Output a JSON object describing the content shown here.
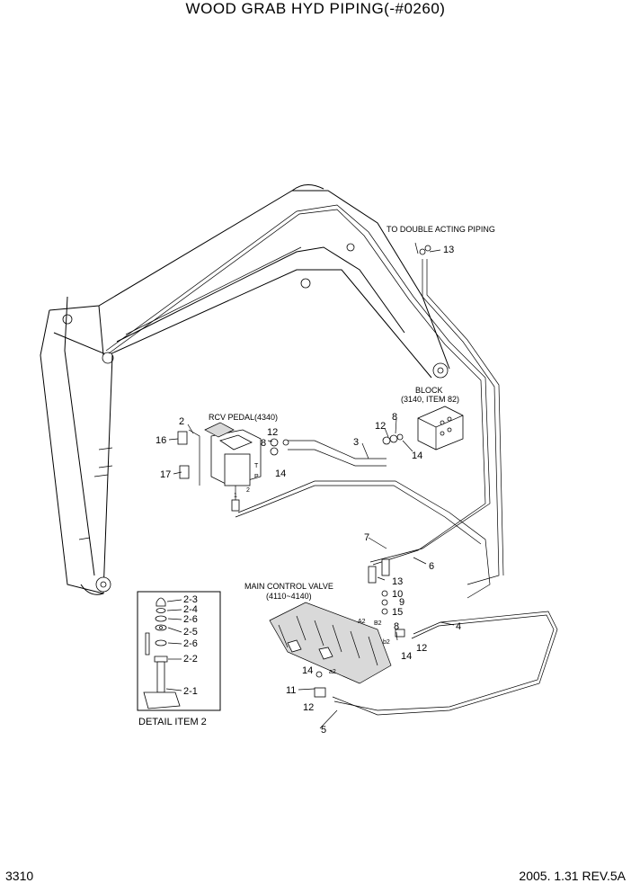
{
  "header": {
    "title": "WOOD GRAB HYD PIPING(-#0260)"
  },
  "footer": {
    "page_number": "3310",
    "date_revision": "2005. 1.31  REV.5A"
  },
  "notes": {
    "to_double_acting": "TO DOUBLE ACTING PIPING",
    "block": "BLOCK",
    "block_ref": "(3140, ITEM 82)",
    "rcv_pedal": "RCV PEDAL(4340)",
    "main_control_valve": "MAIN CONTROL VALVE",
    "mcv_ref": "(4110~4140)",
    "detail_item": "DETAIL ITEM 2"
  },
  "callouts": {
    "c13_top": "13",
    "c2": "2",
    "c16": "16",
    "c17": "17",
    "c8_pedal": "8",
    "c12_pedal": "12",
    "c14_pedal": "14",
    "c3": "3",
    "c12_block": "12",
    "c8_block": "8",
    "c14_block": "14",
    "c7": "7",
    "c6": "6",
    "c13_mcv": "13",
    "c10": "10",
    "c9": "9",
    "c15": "15",
    "c4": "4",
    "c8_mcv": "8",
    "c14_mcv": "14",
    "c12_mcv": "12",
    "c14_low": "14",
    "c11": "11",
    "c12_low": "12",
    "c5": "5",
    "d2_3": "2-3",
    "d2_4": "2-4",
    "d2_6a": "2-6",
    "d2_5": "2-5",
    "d2_6b": "2-6",
    "d2_2": "2-2",
    "d2_1": "2-1"
  },
  "port_labels": {
    "a2": "A2",
    "b2": "B2",
    "b2_small": "b2",
    "a2_small": "a2",
    "pedal_t": "T",
    "pedal_p": "P",
    "pedal_1": "1",
    "pedal_2": "2"
  }
}
